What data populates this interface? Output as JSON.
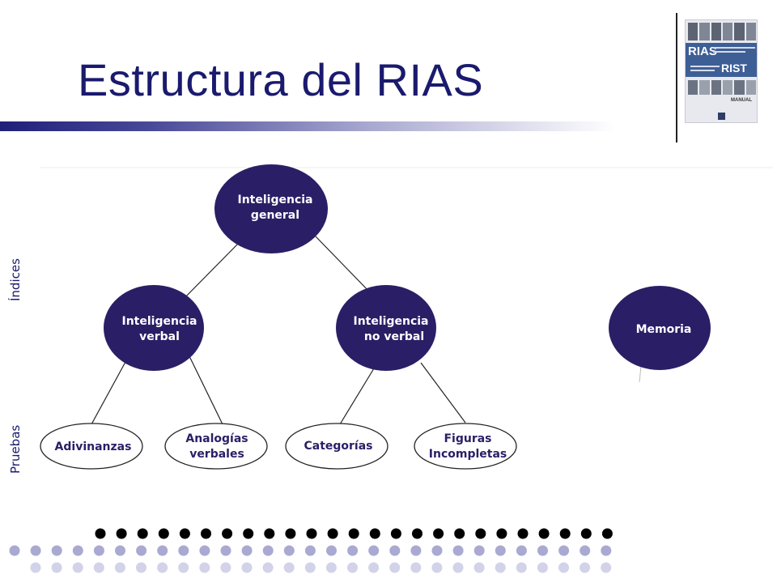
{
  "slide": {
    "title": "Estructura del RIAS",
    "side_labels": {
      "top": "Índices",
      "bottom": "Pruebas"
    }
  },
  "cover": {
    "brand1": "RIAS",
    "brand2": "RIST",
    "label": "MANUAL"
  },
  "diagram": {
    "nodes": {
      "general": [
        "Inteligencia",
        "general"
      ],
      "verbal": [
        "Inteligencia",
        "verbal"
      ],
      "noverbal": [
        "Inteligencia",
        "no verbal"
      ],
      "memoria": [
        "Memoria"
      ],
      "adivinanzas": [
        "Adivinanzas"
      ],
      "analogias": [
        "Analogías",
        "verbales"
      ],
      "categorias": [
        "Categorías"
      ],
      "figuras": [
        "Figuras",
        "Incompletas"
      ]
    }
  },
  "colors": {
    "title": "#1a1a6e",
    "node_fill": "#2a1f66",
    "node_text": "#ffffff",
    "test_fill": "#ffffff",
    "test_text": "#2a1f66",
    "dots_dark": "#000000",
    "dots_mid": "#a9a9d2",
    "dots_light": "#d2d2e8"
  }
}
